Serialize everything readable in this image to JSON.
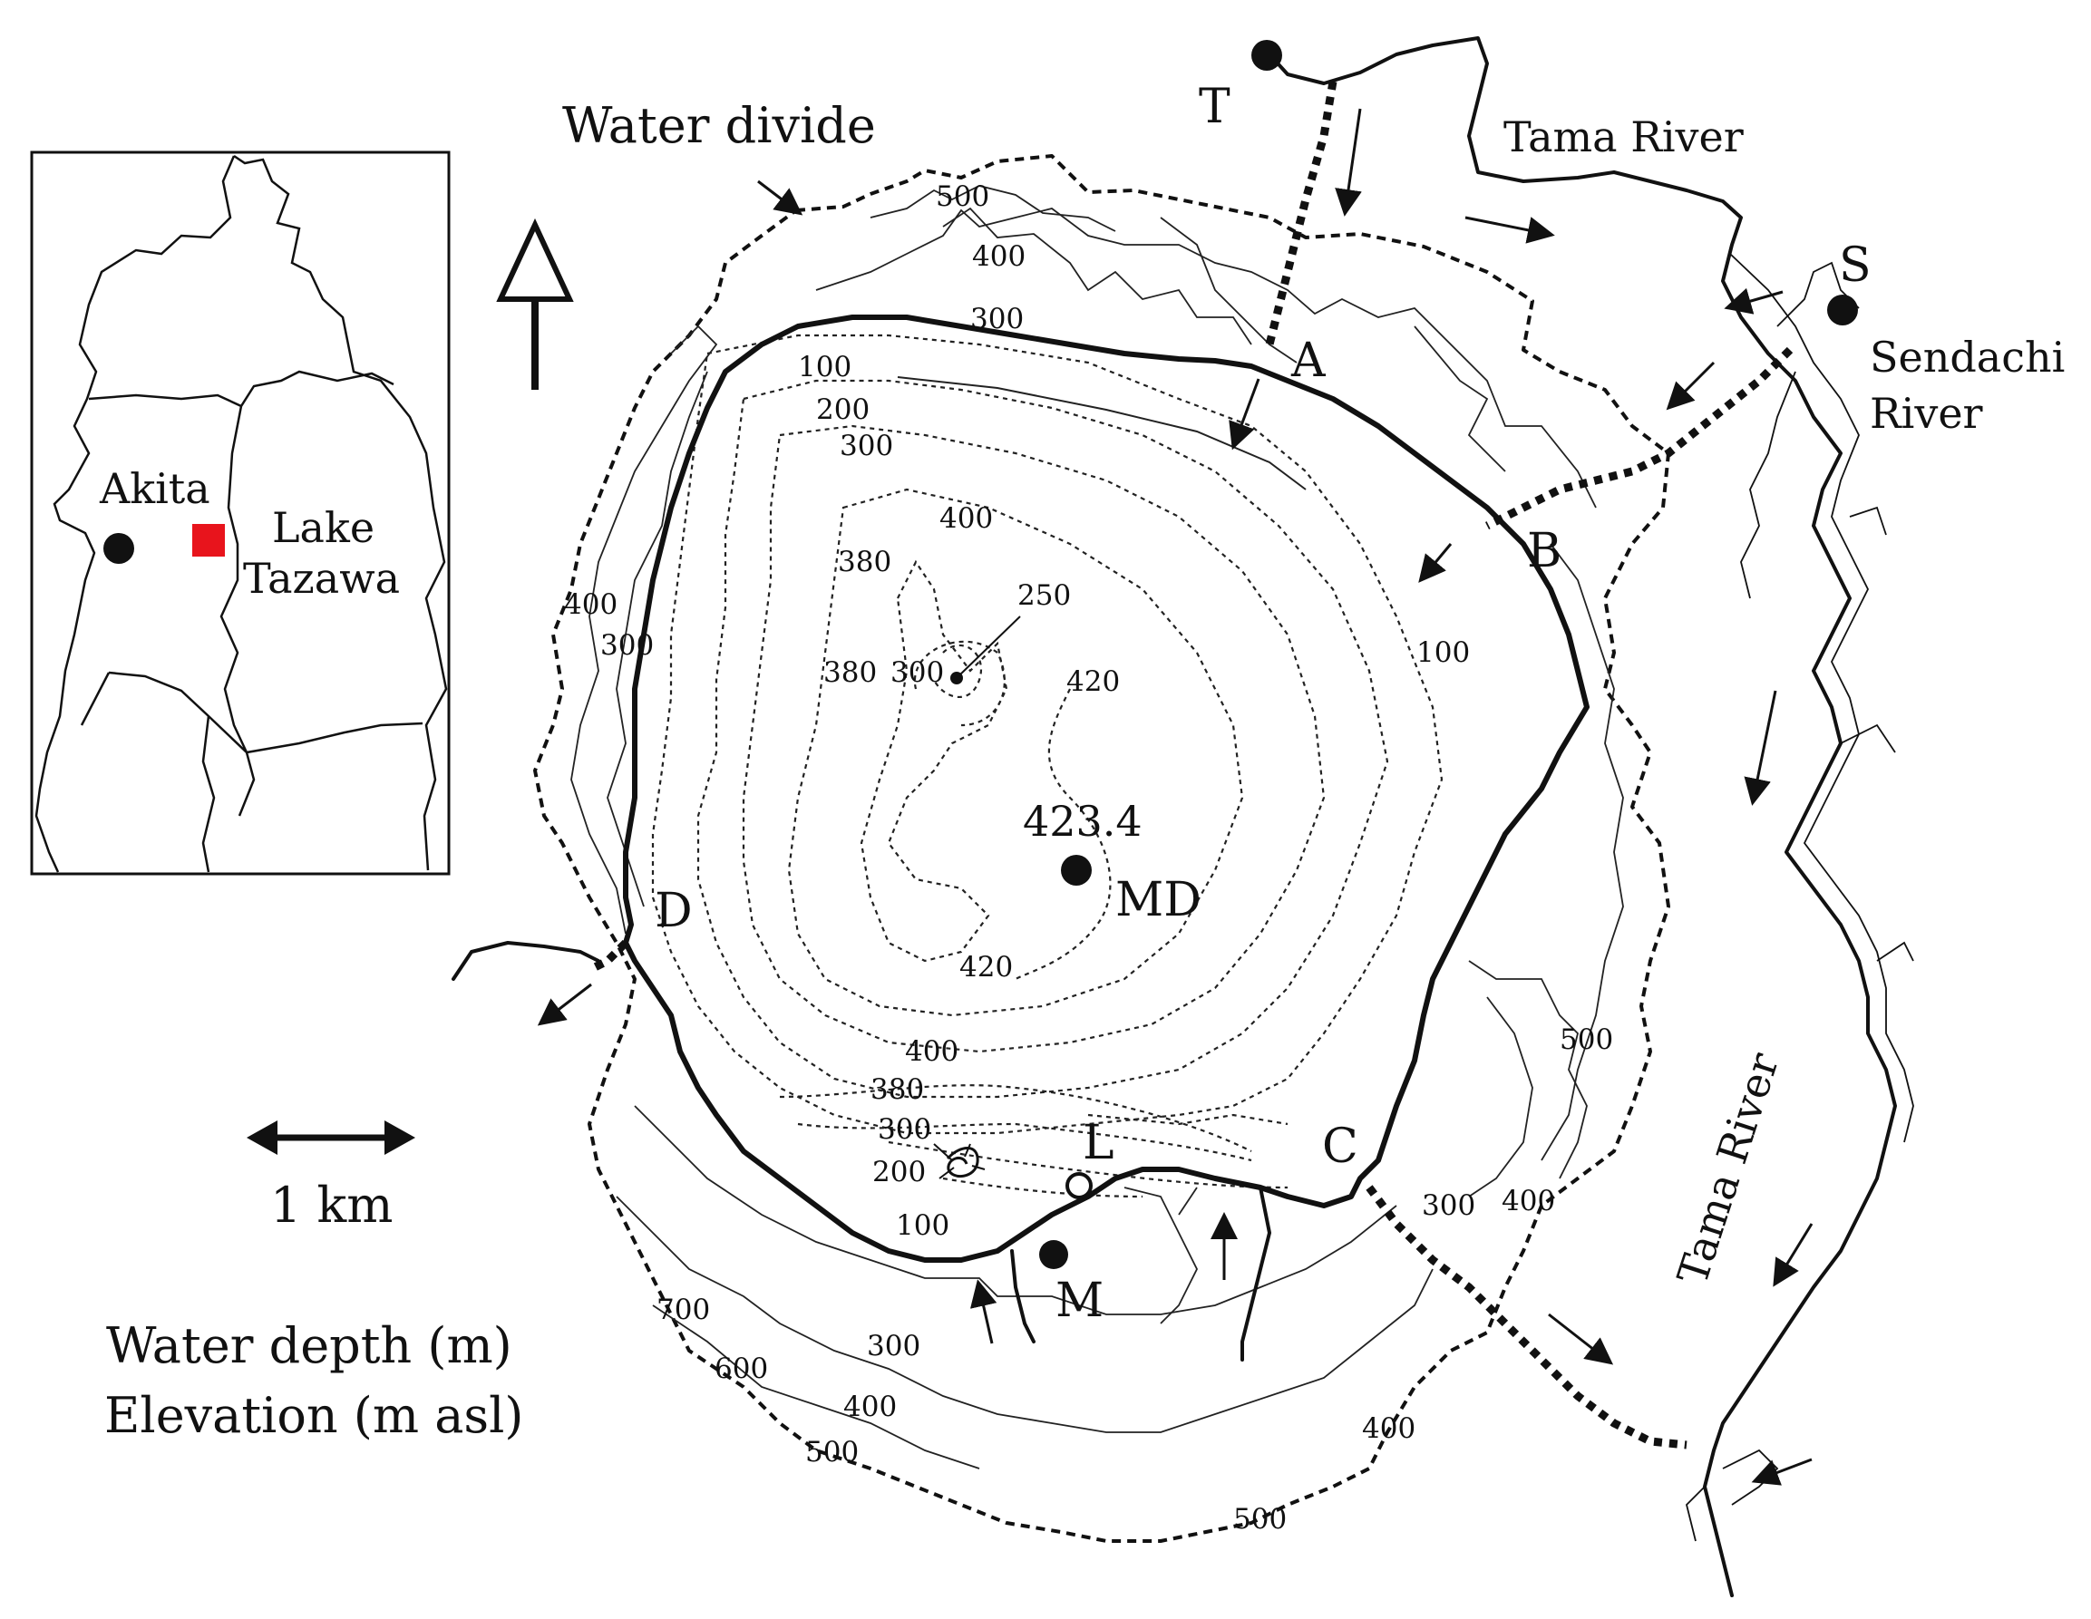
{
  "legend": {
    "water_divide": "Water divide",
    "scale": "1 km",
    "depth_line1": "Water depth (m)",
    "depth_line2": "Elevation (m asl)"
  },
  "inset": {
    "city": "Akita",
    "lake_line1": "Lake",
    "lake_line2": "Tazawa",
    "marker_color": "#e8141c"
  },
  "rivers": {
    "tama_north": "Tama River",
    "tama_east": "Tama River",
    "sendachi_line1": "Sendachi",
    "sendachi_line2": "River"
  },
  "points": {
    "T": "T",
    "S": "S",
    "A": "A",
    "B": "B",
    "C": "C",
    "D": "D",
    "L": "L",
    "M": "M",
    "MD": "MD",
    "max_depth": "423.4"
  },
  "bathymetry_labels": [
    "100",
    "200",
    "300",
    "400",
    "380",
    "250",
    "380",
    "300",
    "420",
    "100",
    "420",
    "400",
    "380",
    "300",
    "200",
    "100"
  ],
  "elevation_labels": [
    "500",
    "400",
    "300",
    "400",
    "300",
    "500",
    "300",
    "400",
    "700",
    "600",
    "300",
    "400",
    "500",
    "400",
    "500"
  ],
  "icons": [
    "north-arrow-icon",
    "scale-bar-icon",
    "flow-arrow-icon"
  ]
}
